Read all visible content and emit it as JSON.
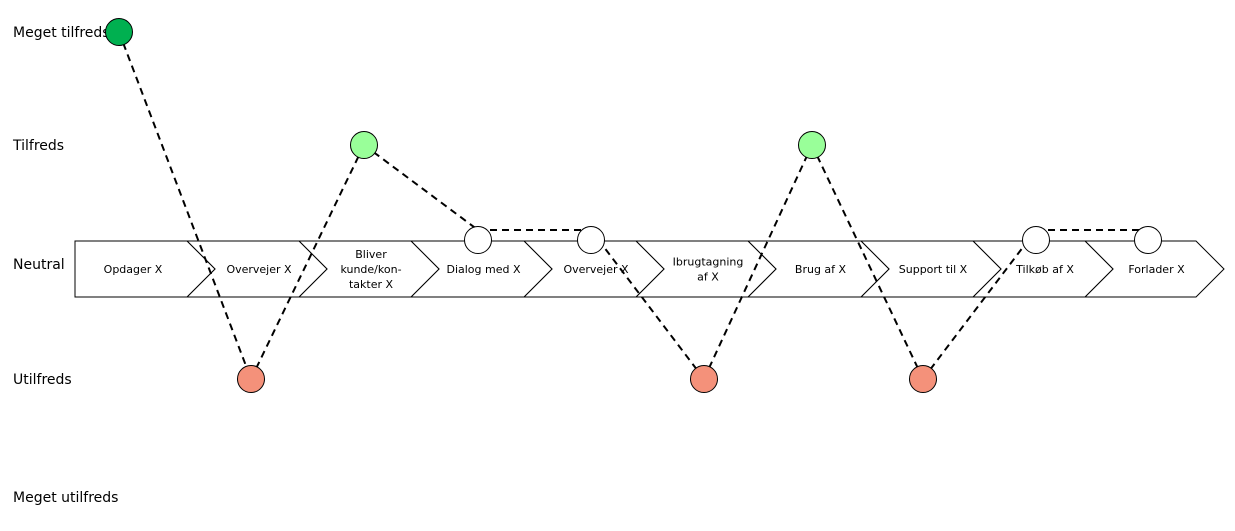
{
  "levels": [
    {
      "key": 2,
      "label": "Meget tilfreds"
    },
    {
      "key": 1,
      "label": "Tilfreds"
    },
    {
      "key": 0,
      "label": "Neutral"
    },
    {
      "key": -1,
      "label": "Utilfreds"
    },
    {
      "key": -2,
      "label": "Meget utilfreds"
    }
  ],
  "stages": [
    {
      "lines": [
        "Opdager X"
      ]
    },
    {
      "lines": [
        "Overvejer X"
      ]
    },
    {
      "lines": [
        "Bliver",
        "kunde/kon-",
        "takter X"
      ]
    },
    {
      "lines": [
        "Dialog med X"
      ]
    },
    {
      "lines": [
        "Overvejer X"
      ]
    },
    {
      "lines": [
        "Ibrugtagning",
        "af X"
      ]
    },
    {
      "lines": [
        "Brug af X"
      ]
    },
    {
      "lines": [
        "Support til X"
      ]
    },
    {
      "lines": [
        "Tilkøb af X"
      ]
    },
    {
      "lines": [
        "Forlader X"
      ]
    }
  ],
  "colors": {
    "very_satisfied": "#00b050",
    "satisfied": "#99ff99",
    "neutral": "#ffffff",
    "dissatisfied": "#f4917a"
  },
  "points": [
    {
      "stage": 0,
      "level": 2
    },
    {
      "stage": 1,
      "level": -1
    },
    {
      "stage": 2,
      "level": 1
    },
    {
      "stage": 3,
      "level": 0
    },
    {
      "stage": 4,
      "level": 0
    },
    {
      "stage": 5,
      "level": -1
    },
    {
      "stage": 6,
      "level": 1
    },
    {
      "stage": 7,
      "level": -1
    },
    {
      "stage": 8,
      "level": 0
    },
    {
      "stage": 9,
      "level": 0
    }
  ]
}
